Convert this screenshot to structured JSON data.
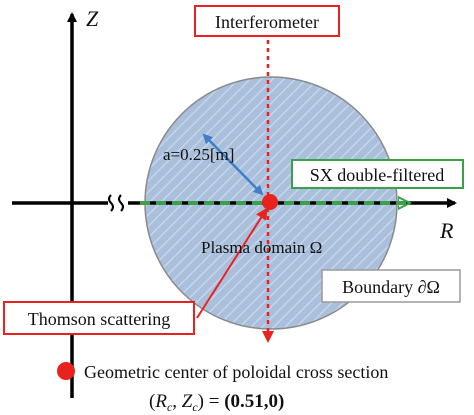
{
  "axes": {
    "z_label": "Z",
    "r_label": "R"
  },
  "labels": {
    "interferometer": "Interferometer",
    "sx": "SX double-filtered",
    "minor_radius": "a=0.25[m]",
    "plasma_domain": "Plasma domain Ω",
    "boundary": "Boundary ∂Ω",
    "thomson": "Thomson scattering"
  },
  "legend": {
    "line1": "Geometric center of poloidal cross section",
    "line2": "(Rc, Zc) = (0.51,0)",
    "rc": "R",
    "rc_sub": "c",
    "zc": "Z",
    "zc_sub": "c",
    "value": "(0.51,0)"
  },
  "colors": {
    "plasma_fill": "#a9bfdc",
    "plasma_stroke": "#8a8a8a",
    "hatch": "#c6d5e8",
    "interferometer": "#e8231f",
    "sx": "#3aa04a",
    "radius_arrow": "#3f7fc8",
    "axis": "#000000",
    "center_dot": "#e8231f"
  },
  "icons": {
    "axis_break": "axis-break-squiggle-icon"
  }
}
